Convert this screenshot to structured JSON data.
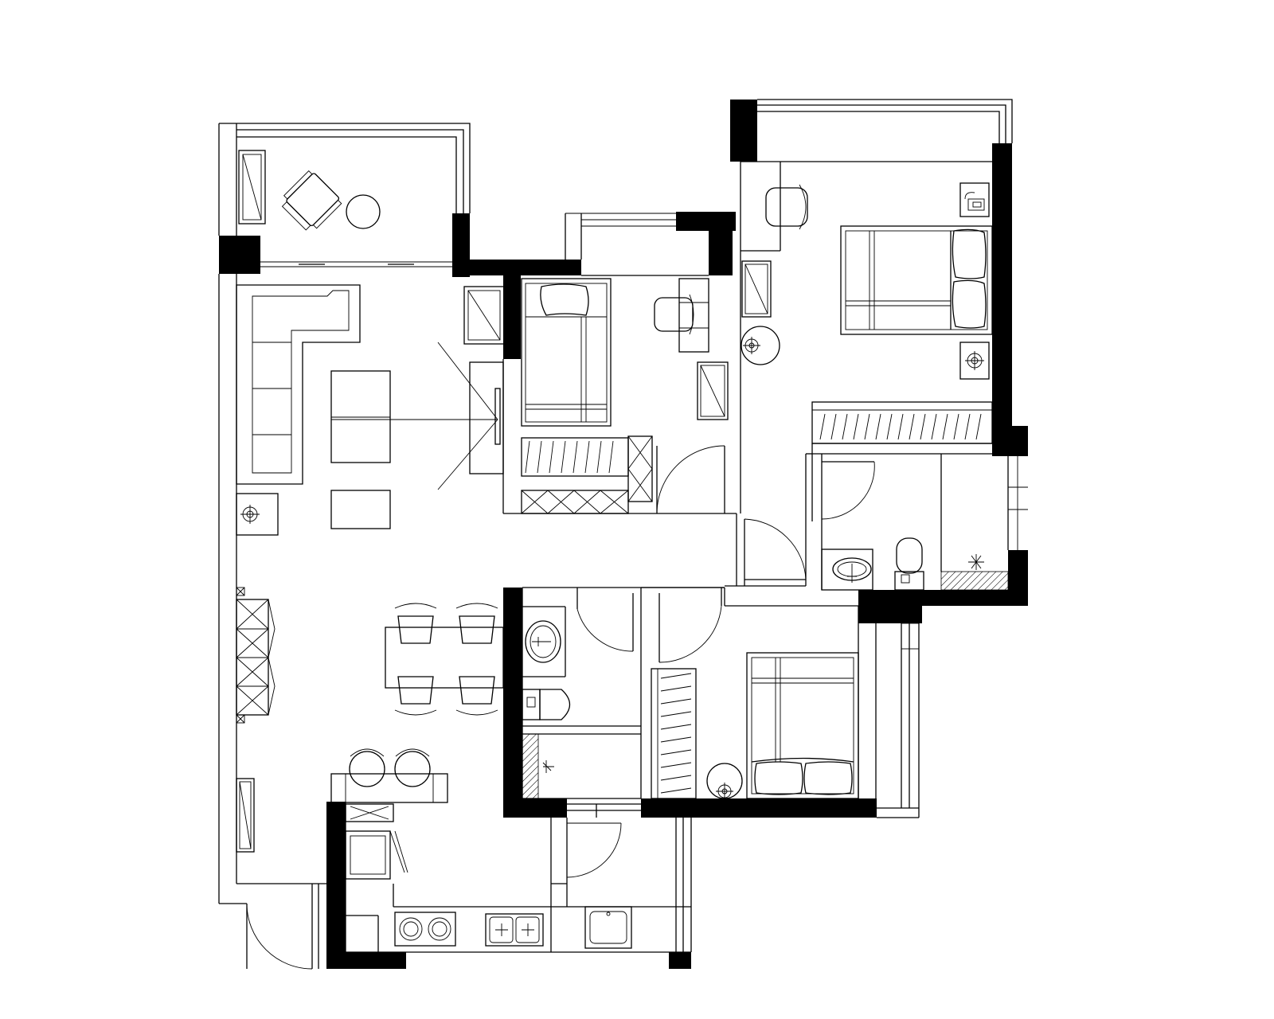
{
  "drawing": {
    "type": "apartment floor plan",
    "colors": {
      "line": "#000000",
      "wall": "#000000",
      "background": "#ffffff"
    },
    "rooms": [
      "balcony",
      "living-room",
      "dining-area",
      "kitchen",
      "service-balcony",
      "study",
      "master-bedroom",
      "master-bathroom",
      "bathroom",
      "bedroom"
    ]
  }
}
